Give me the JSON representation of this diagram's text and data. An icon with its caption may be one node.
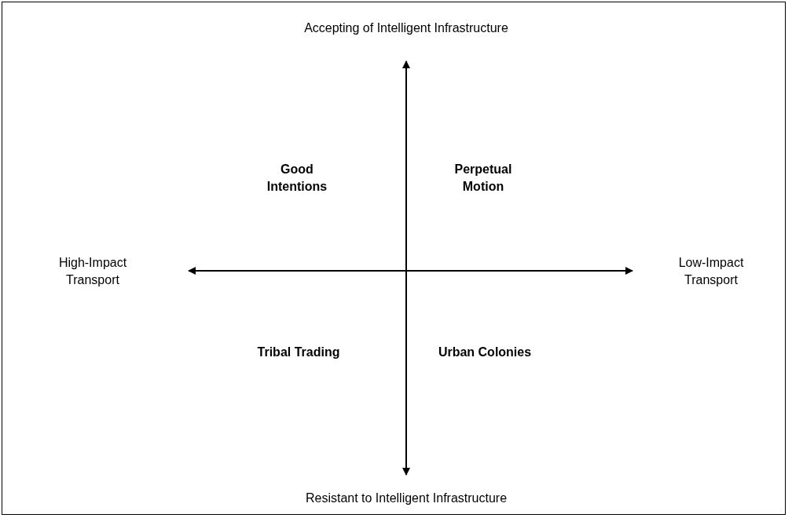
{
  "diagram": {
    "labels": [
      "Accepting of Intelligent Infrastructure",
      "Good Intentions",
      "Perpetual Motion",
      "High-Impact Transport",
      "Low-Impact Transport",
      "Tribal Trading",
      "Urban Colonies",
      "Resistant to Intelligent Infrastructure"
    ]
  }
}
